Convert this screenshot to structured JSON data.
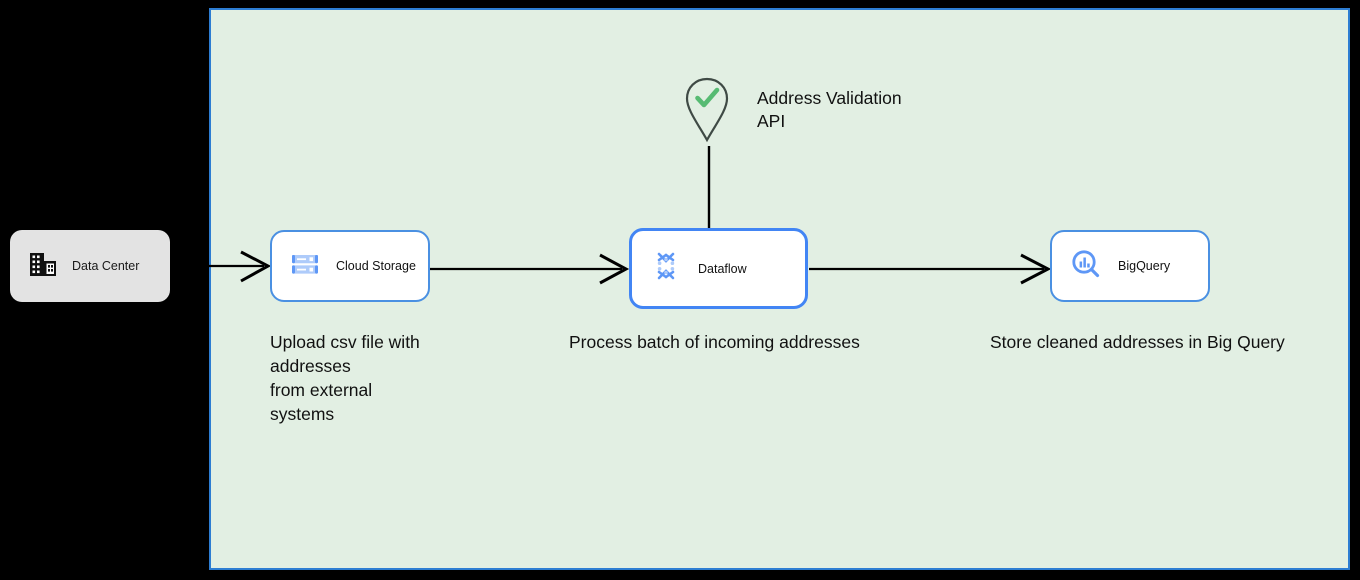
{
  "canvas": {
    "background_color": "#e2efe3",
    "border_color": "#2d7dd2"
  },
  "nodes": [
    {
      "id": "data-center",
      "label": "Data Center",
      "icon": "data-center-building-icon",
      "style": "grey-rounded-box",
      "fill": "#e3e3e3",
      "selected": false
    },
    {
      "id": "cloud-storage",
      "label": "Cloud Storage",
      "icon": "cloud-storage-icon",
      "style": "white-rounded-box",
      "fill": "#ffffff",
      "border": "#4a90e2",
      "selected": false
    },
    {
      "id": "dataflow",
      "label": "Dataflow",
      "icon": "dataflow-icon",
      "style": "white-rounded-box",
      "fill": "#ffffff",
      "border": "#4285f4",
      "selected": true
    },
    {
      "id": "bigquery",
      "label": "BigQuery",
      "icon": "bigquery-icon",
      "style": "white-rounded-box",
      "fill": "#ffffff",
      "border": "#4a90e2",
      "selected": false
    },
    {
      "id": "address-validation-api",
      "label": "Address Validation\nAPI",
      "icon": "map-pin-check-icon",
      "style": "pin-marker",
      "icon_color": "#3f4a45",
      "check_color": "#57bb73",
      "selected": false
    }
  ],
  "captions": {
    "cloud_storage": "Upload csv file with addresses\nfrom external\nsystems",
    "dataflow": "Process batch of incoming addresses",
    "bigquery": "Store cleaned addresses in Big Query"
  },
  "connectors": [
    {
      "id": "data-center-to-cloud-storage",
      "from": "data-center",
      "to": "cloud-storage",
      "arrowhead": "open",
      "color": "#000000"
    },
    {
      "id": "cloud-storage-to-dataflow",
      "from": "cloud-storage",
      "to": "dataflow",
      "arrowhead": "open",
      "color": "#000000"
    },
    {
      "id": "dataflow-to-bigquery",
      "from": "dataflow",
      "to": "bigquery",
      "arrowhead": "open",
      "color": "#000000"
    },
    {
      "id": "address-validation-api-to-dataflow",
      "from": "address-validation-api",
      "to": "dataflow",
      "arrowhead": "none",
      "color": "#000000"
    }
  ]
}
